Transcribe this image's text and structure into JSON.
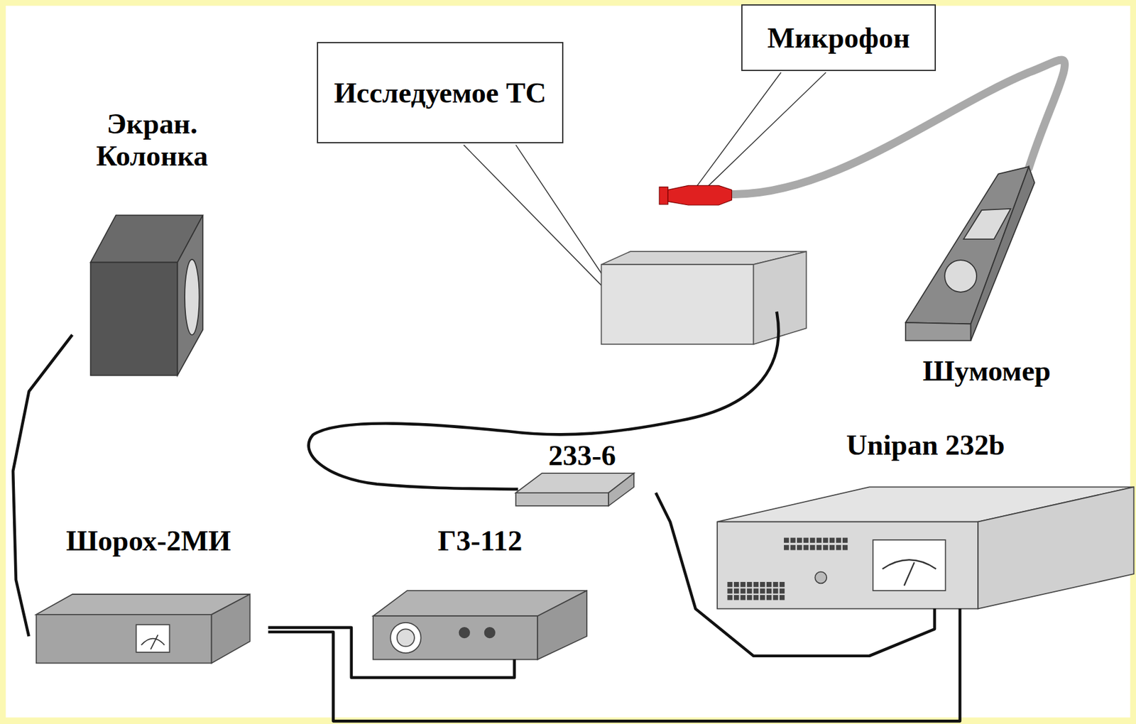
{
  "diagram": {
    "nodes": [
      {
        "text": [
          "Исследуемое ТС"
        ]
      },
      {
        "text": [
          "Микрофон"
        ]
      },
      {
        "text": [
          "Экран. Колонка"
        ]
      },
      {
        "text": [
          "Шумомер"
        ]
      },
      {
        "text": [
          "233-6"
        ]
      },
      {
        "text": [
          "Unipan 232b"
        ]
      },
      {
        "text": [
          "Шорох-2МИ"
        ]
      },
      {
        "text": [
          "Г3-112"
        ]
      }
    ],
    "edges": [
      {
        "from": 2,
        "to": 6,
        "arrow": "none"
      },
      {
        "from": 6,
        "to": 7,
        "arrow": "none"
      },
      {
        "from": 6,
        "to": 5,
        "arrow": "none"
      },
      {
        "from": 4,
        "to": 5,
        "arrow": "none"
      }
    ]
  }
}
